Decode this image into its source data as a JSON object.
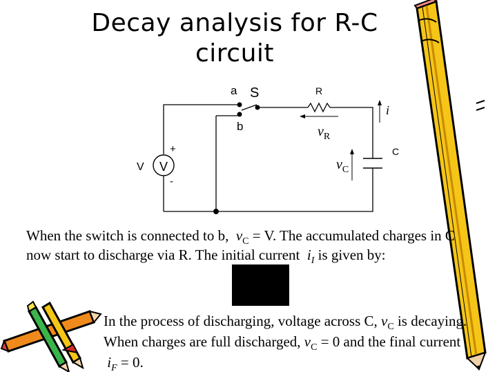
{
  "slide": {
    "title_line1": "Decay analysis for R-C",
    "title_line2": "circuit"
  },
  "circuit": {
    "switch_a": "a",
    "switch_label": "S",
    "switch_b": "b",
    "resistor_label": "R",
    "current_label": "i",
    "vr_main": "v",
    "vr_sub": "R",
    "source_label": "V",
    "source_symbol": "V",
    "plus": "+",
    "minus": "-",
    "capacitor_label": "C",
    "vc_main": "v",
    "vc_sub": "C"
  },
  "text": {
    "p1_part1": "When the switch is connected to b,",
    "p1_v": "v",
    "p1_sub_c": "C",
    "p1_part2": " = V.   The accumulated charges in C now start to discharge via R.   The initial current",
    "p1_i": "i",
    "p1_sub_i": "I",
    "p1_part3": " is given by:",
    "p2_part1": "In the process of discharging, voltage across C,",
    "p2_v1": "v",
    "p2_sub_c1": "C",
    "p2_part2": " is decaying.  When charges are full discharged,",
    "p2_v2": "v",
    "p2_sub_c2": "C",
    "p2_part3": " =  0 and the final current",
    "p2_i": "i",
    "p2_sub_f": "F",
    "p2_part4": " =  0."
  }
}
